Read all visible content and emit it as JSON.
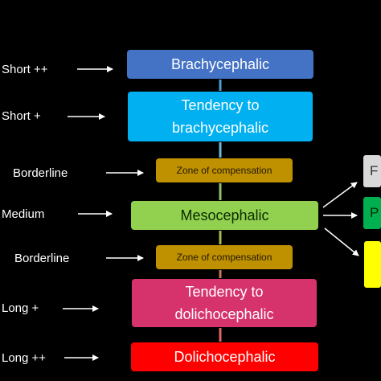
{
  "diagram": {
    "left_labels": [
      {
        "id": "short-pp",
        "text": "Short ++"
      },
      {
        "id": "short-p",
        "text": "Short +"
      },
      {
        "id": "borderline-1",
        "text": "Borderline"
      },
      {
        "id": "medium",
        "text": "Medium"
      },
      {
        "id": "borderline-2",
        "text": "Borderline"
      },
      {
        "id": "long-p",
        "text": "Long +"
      },
      {
        "id": "long-pp",
        "text": "Long ++"
      }
    ],
    "boxes": {
      "brachycephalic": {
        "text": "Brachycephalic",
        "color": "#4472C4"
      },
      "tendency_brachy": {
        "line1": "Tendency to",
        "line2": "brachycephalic",
        "color": "#00B0F0"
      },
      "zone1": {
        "text": "Zone of compensation",
        "color": "#BF9000"
      },
      "mesocephalic": {
        "text": "Mesocephalic",
        "color": "#92D050"
      },
      "zone2": {
        "text": "Zone of compensation",
        "color": "#BF9000"
      },
      "tendency_dolicho": {
        "line1": "Tendency to",
        "line2": "dolichocephalic",
        "color": "#D6336C"
      },
      "dolichocephalic": {
        "text": "Dolichocephalic",
        "color": "#FF0000"
      }
    },
    "side_boxes": [
      {
        "id": "side-grey",
        "text": "F",
        "color": "#D9D9D9"
      },
      {
        "id": "side-green",
        "text": "P",
        "color": "#00B050"
      },
      {
        "id": "side-yellow",
        "text": "",
        "color": "#FFFF00"
      }
    ],
    "colors": {
      "background": "#000000",
      "arrow_white": "#FFFFFF",
      "connector_top": "#4E9BD5",
      "connector_bottom": "#E06666"
    }
  }
}
